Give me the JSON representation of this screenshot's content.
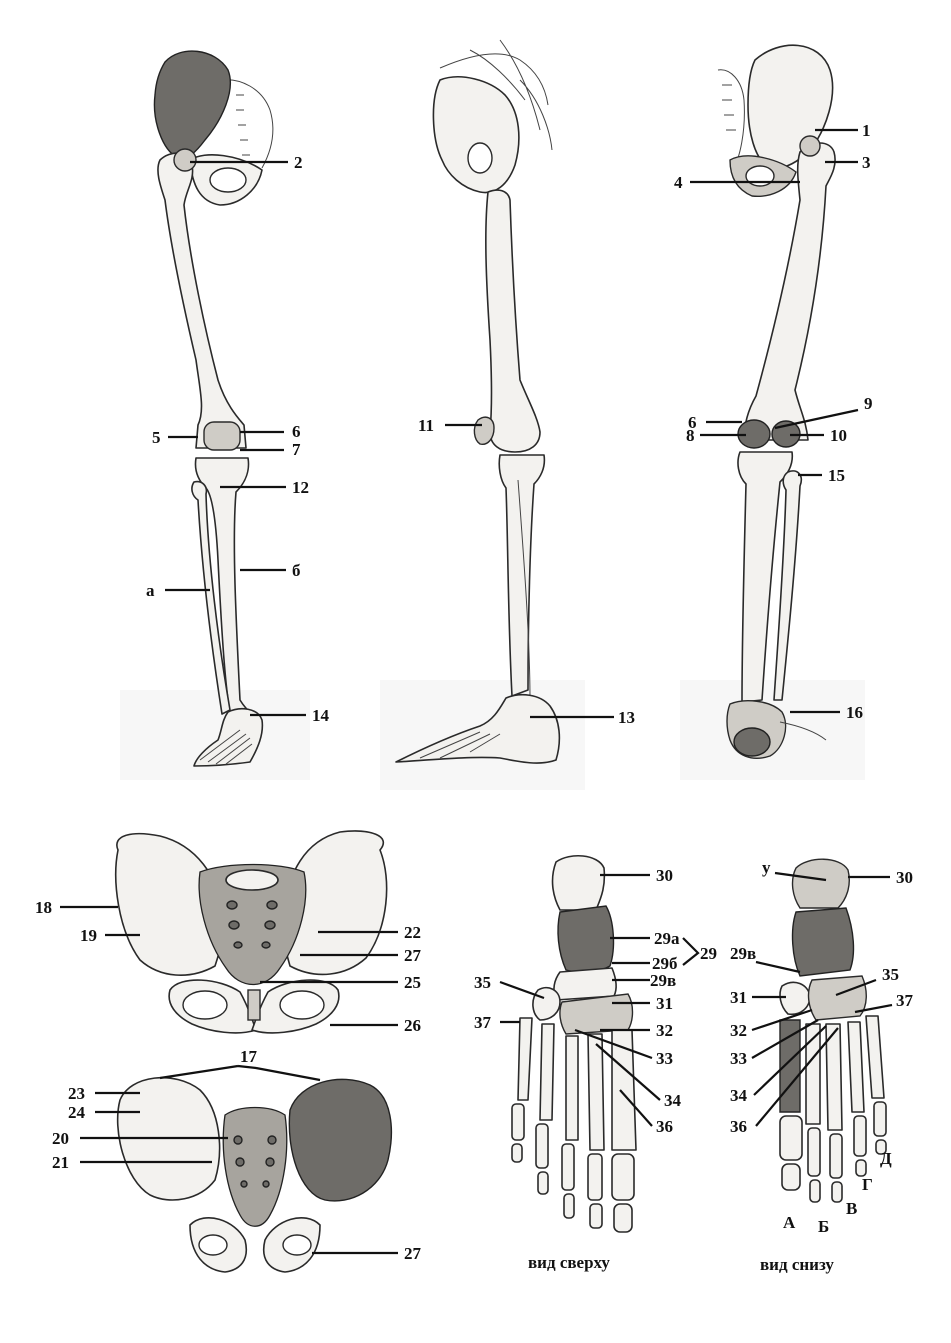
{
  "labels": {
    "n1": "1",
    "n2": "2",
    "n3": "3",
    "n4": "4",
    "n5": "5",
    "n6a": "6",
    "n6b": "6",
    "n7": "7",
    "n8": "8",
    "n9": "9",
    "n10": "10",
    "n11": "11",
    "n12": "12",
    "n13": "13",
    "n14": "14",
    "n15": "15",
    "n16": "16",
    "n17": "17",
    "n18": "18",
    "n19": "19",
    "n20": "20",
    "n21": "21",
    "n22": "22",
    "n23": "23",
    "n24": "24",
    "n25": "25",
    "n26": "26",
    "n27a": "27",
    "n27b": "27",
    "a": "а",
    "b": "б",
    "n29": "29",
    "n29a": "29а",
    "n29b": "29б",
    "n29v_top": "29в",
    "n29v_bottom": "29в",
    "n30a": "30",
    "n30b": "30",
    "n31a": "31",
    "n31b": "31",
    "n32a": "32",
    "n32b": "32",
    "n33a": "33",
    "n33b": "33",
    "n34a": "34",
    "n34b": "34",
    "n35a": "35",
    "n35b": "35",
    "n36a": "36",
    "n36b": "36",
    "n37a": "37",
    "n37b": "37",
    "u": "у",
    "toe_A": "А",
    "toe_B": "Б",
    "toe_V": "В",
    "toe_G": "Г",
    "toe_D": "Д"
  },
  "captions": {
    "top_view": "вид сверху",
    "bottom_view": "вид снизу"
  }
}
